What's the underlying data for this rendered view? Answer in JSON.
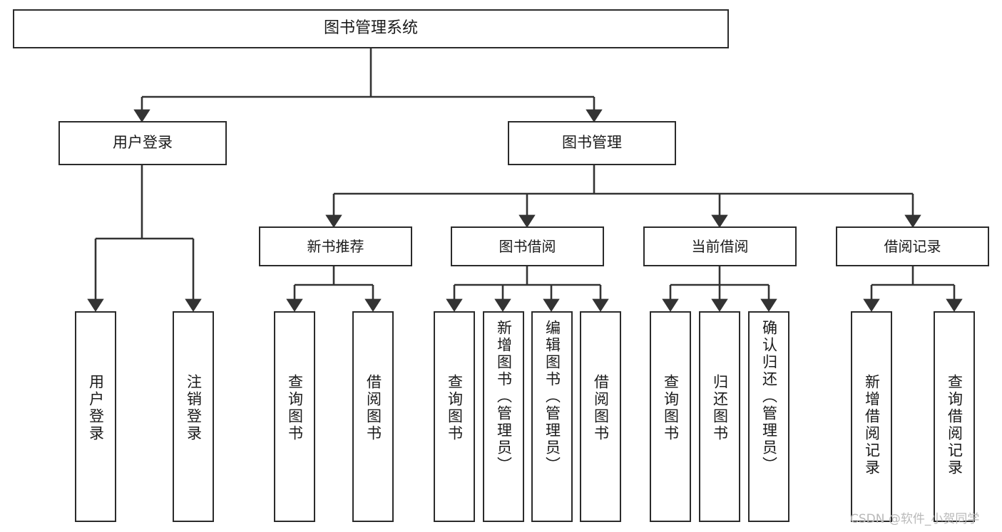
{
  "diagram": {
    "title": "图书管理系统",
    "type": "tree",
    "orientation": "top-down",
    "colors": {
      "box_border": "#2b2b2b",
      "box_fill": "#ffffff",
      "connector": "#333333",
      "text": "#1a1a1a",
      "watermark": "#b9b9b9",
      "background": "#ffffff"
    },
    "root": {
      "label": "图书管理系统"
    },
    "branches": [
      {
        "label": "用户登录",
        "leaves": [
          {
            "label": "用户登录"
          },
          {
            "label": "注销登录"
          }
        ]
      },
      {
        "label": "图书管理",
        "children": [
          {
            "label": "新书推荐",
            "leaves": [
              {
                "label": "查询图书"
              },
              {
                "label": "借阅图书"
              }
            ]
          },
          {
            "label": "图书借阅",
            "leaves": [
              {
                "label": "查询图书"
              },
              {
                "label": "新增图书（管理员）"
              },
              {
                "label": "编辑图书（管理员）"
              },
              {
                "label": "借阅图书"
              }
            ]
          },
          {
            "label": "当前借阅",
            "leaves": [
              {
                "label": "查询图书"
              },
              {
                "label": "归还图书"
              },
              {
                "label": "确认归还（管理员）"
              }
            ]
          },
          {
            "label": "借阅记录",
            "leaves": [
              {
                "label": "新增借阅记录"
              },
              {
                "label": "查询借阅记录"
              }
            ]
          }
        ]
      }
    ]
  },
  "watermark": {
    "text": "CSDN @软件_小贺同学"
  }
}
